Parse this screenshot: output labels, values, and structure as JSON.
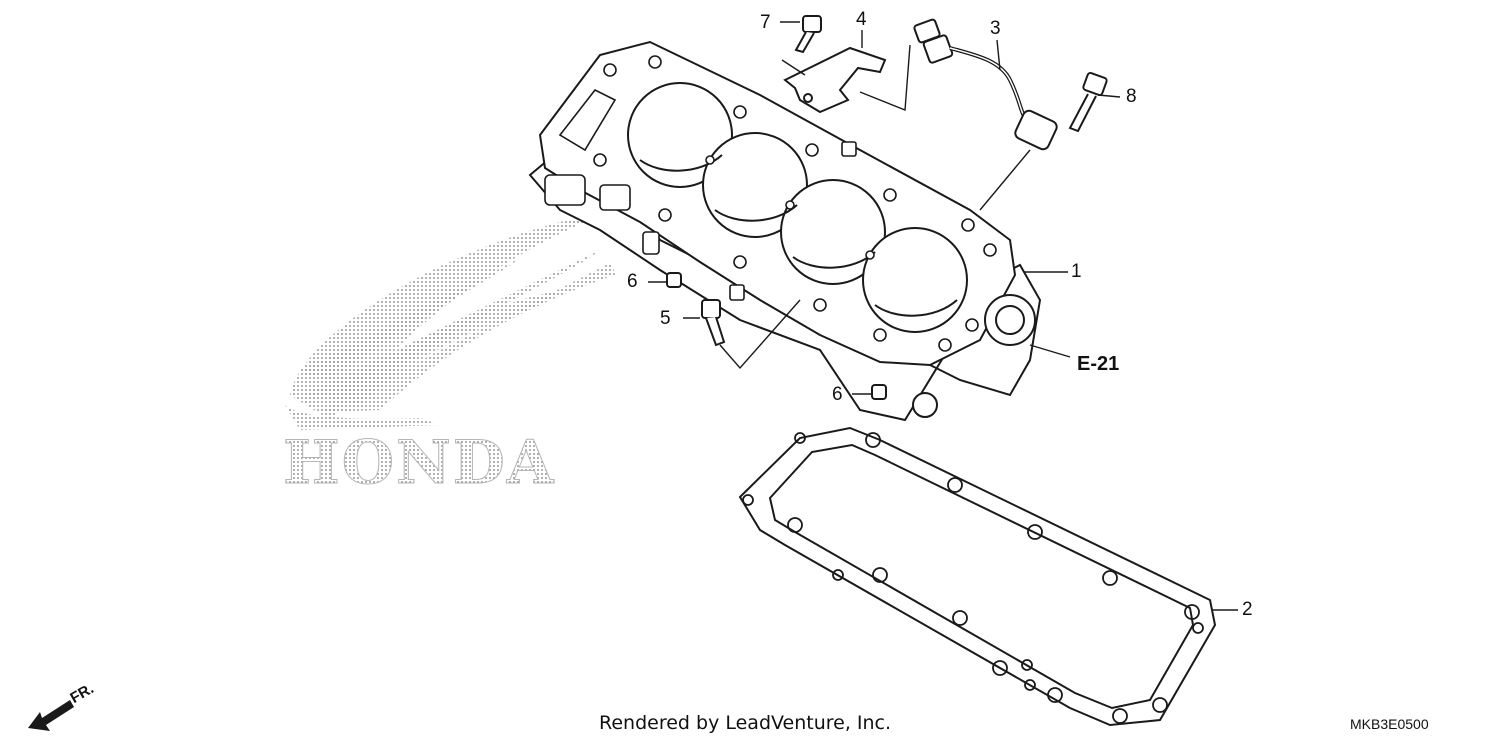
{
  "diagram": {
    "callouts": [
      {
        "id": "c1",
        "label": "1"
      },
      {
        "id": "c2",
        "label": "2"
      },
      {
        "id": "c3",
        "label": "3"
      },
      {
        "id": "c4",
        "label": "4"
      },
      {
        "id": "c5",
        "label": "5"
      },
      {
        "id": "c6a",
        "label": "6"
      },
      {
        "id": "c6b",
        "label": "6"
      },
      {
        "id": "c7",
        "label": "7"
      },
      {
        "id": "c8",
        "label": "8"
      }
    ],
    "reference": "E-21",
    "front_marker": "FR.",
    "watermark_logo": "HONDA",
    "credit": "Rendered by LeadVenture, Inc.",
    "diagram_code": "MKB3E0500",
    "colors": {
      "line": "#1a1a1a",
      "watermark": "#bdbdbd",
      "background": "#ffffff"
    }
  }
}
